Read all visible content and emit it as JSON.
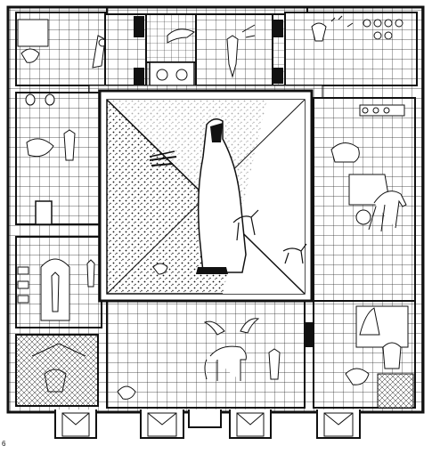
{
  "figure": {
    "number": "6"
  },
  "plan": {
    "rooms": [
      {
        "id": "room-northwest",
        "motif": "figures-in-interior"
      },
      {
        "id": "room-north-center-left",
        "motif": "standing-figures"
      },
      {
        "id": "room-north-center",
        "motif": "flying-figure"
      },
      {
        "id": "room-north-center-right",
        "motif": "figure-with-branch"
      },
      {
        "id": "room-northeast",
        "motif": "birds-and-vessels"
      },
      {
        "id": "room-west-upper",
        "motif": "reclining-and-dancing-figures"
      },
      {
        "id": "room-west-lower",
        "motif": "shrine-and-statues"
      },
      {
        "id": "room-southwest",
        "motif": "figure-in-net-pattern"
      },
      {
        "id": "room-south",
        "motif": "winged-horse-and-rider"
      },
      {
        "id": "room-southeast",
        "motif": "seated-figures"
      },
      {
        "id": "room-east",
        "motif": "chariot-with-horses"
      },
      {
        "id": "central-court",
        "motif": "large-robed-figure-with-deer-and-birds"
      }
    ],
    "doorways": 5
  },
  "colors": {
    "ink": "#111111",
    "paper": "#ffffff",
    "grid": "#222222"
  }
}
